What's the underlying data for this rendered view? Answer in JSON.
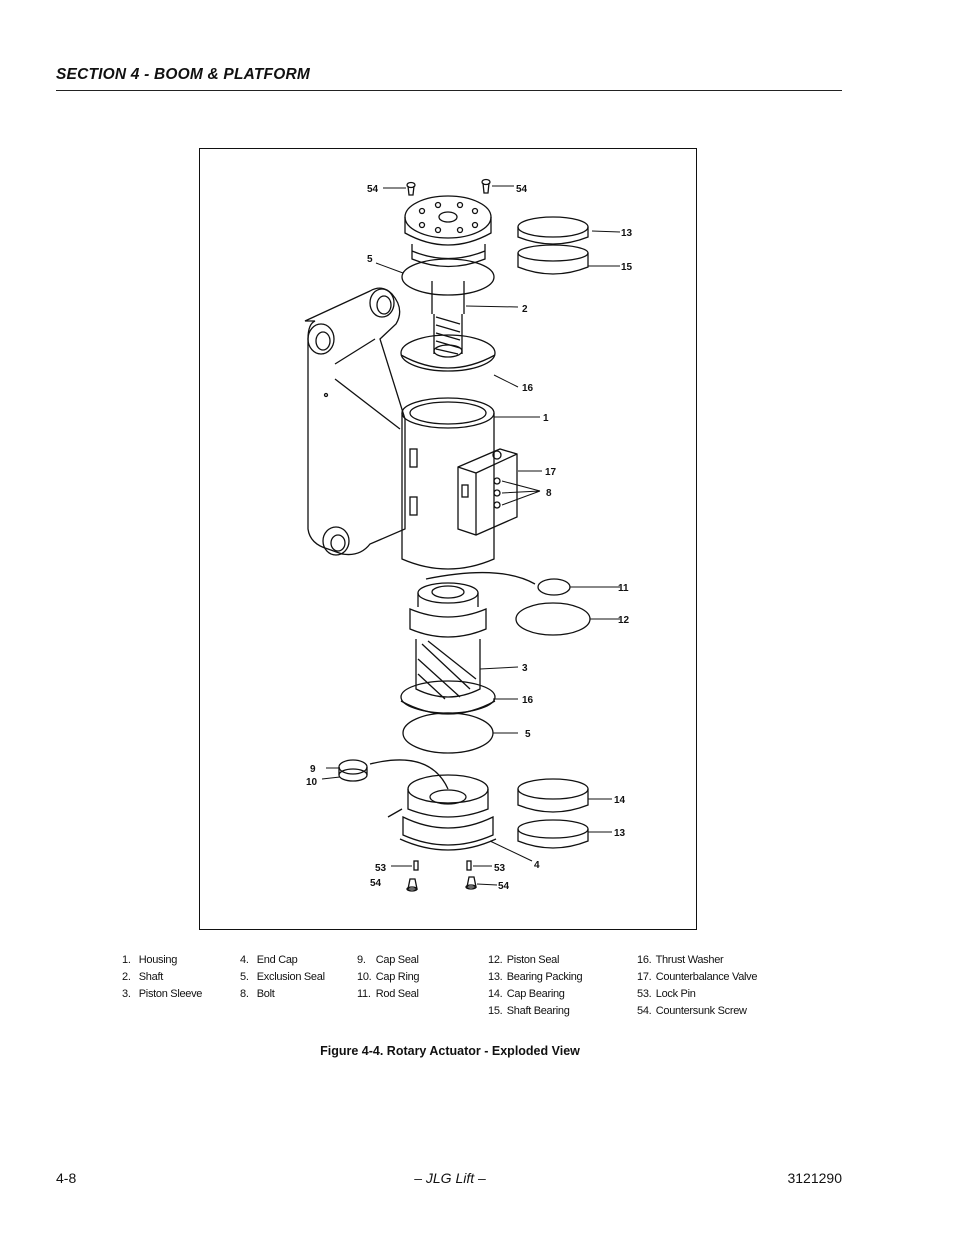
{
  "header": {
    "section_title": "SECTION 4 - BOOM & PLATFORM"
  },
  "figure": {
    "callouts": {
      "c54a": "54",
      "c54b": "54",
      "c13a": "13",
      "c15": "15",
      "c5a": "5",
      "c2": "2",
      "c16a": "16",
      "c1": "1",
      "c17": "17",
      "c8": "8",
      "c11": "11",
      "c12": "12",
      "c3": "3",
      "c16b": "16",
      "c5b": "5",
      "c9": "9",
      "c10": "10",
      "c14": "14",
      "c13b": "13",
      "c53a": "53",
      "c53b": "53",
      "c4": "4",
      "c54c": "54",
      "c54d": "54"
    },
    "caption": "Figure 4-4.  Rotary Actuator - Exploded View"
  },
  "legend": {
    "col1": [
      {
        "num": "1.",
        "label": "Housing"
      },
      {
        "num": "2.",
        "label": "Shaft"
      },
      {
        "num": "3.",
        "label": "Piston Sleeve"
      }
    ],
    "col2": [
      {
        "num": "4.",
        "label": "End Cap"
      },
      {
        "num": "5.",
        "label": "Exclusion Seal"
      },
      {
        "num": "8.",
        "label": "Bolt"
      }
    ],
    "col3": [
      {
        "num": "9.",
        "label": "Cap Seal"
      },
      {
        "num": "10.",
        "label": "Cap Ring"
      },
      {
        "num": "11.",
        "label": "Rod Seal"
      }
    ],
    "col4": [
      {
        "num": "12.",
        "label": "Piston Seal"
      },
      {
        "num": "13.",
        "label": "Bearing Packing"
      },
      {
        "num": "14.",
        "label": "Cap Bearing"
      },
      {
        "num": "15.",
        "label": "Shaft Bearing"
      }
    ],
    "col5": [
      {
        "num": "16.",
        "label": "Thrust Washer"
      },
      {
        "num": "17.",
        "label": "Counterbalance Valve"
      },
      {
        "num": "53.",
        "label": "Lock Pin"
      },
      {
        "num": "54.",
        "label": "Countersunk Screw"
      }
    ]
  },
  "footer": {
    "page_number": "4-8",
    "center": "– JLG Lift –",
    "doc_number": "3121290"
  }
}
